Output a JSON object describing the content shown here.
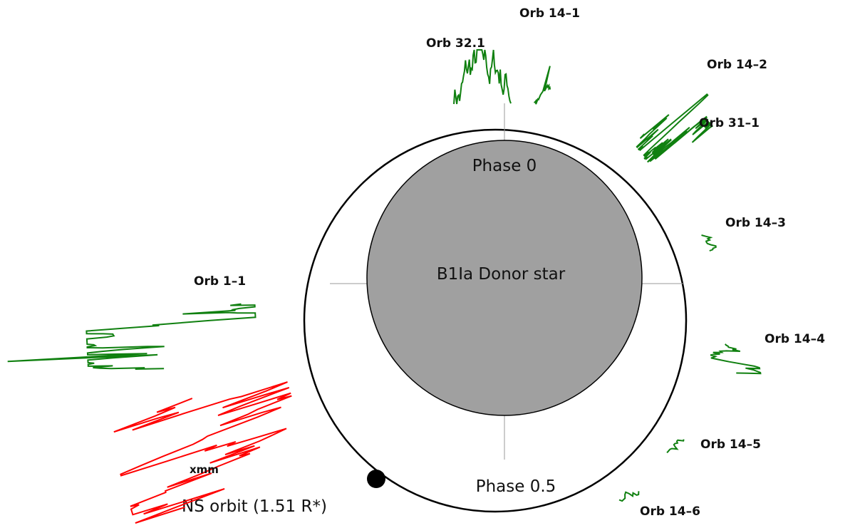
{
  "star": {
    "label": "B1Ia Donor star",
    "color": "#a0a0a0"
  },
  "phases": {
    "top": "Phase 0",
    "bottom": "Phase 0.5"
  },
  "orbit": {
    "label": "NS orbit (1.51 R*)"
  },
  "colors": {
    "integral": "#108010",
    "xmm": "#ff0000"
  },
  "observations": [
    {
      "id": "orb32_1",
      "label": "Orb 32.1"
    },
    {
      "id": "orb14_1",
      "label": "Orb 14–1"
    },
    {
      "id": "orb14_2",
      "label": "Orb 14–2"
    },
    {
      "id": "orb31_1",
      "label": "Orb 31–1"
    },
    {
      "id": "orb14_3",
      "label": "Orb 14–3"
    },
    {
      "id": "orb14_4",
      "label": "Orb 14–4"
    },
    {
      "id": "orb14_5",
      "label": "Orb 14–5"
    },
    {
      "id": "orb14_6",
      "label": "Orb 14–6"
    },
    {
      "id": "orb1_1",
      "label": "Orb 1–1"
    },
    {
      "id": "xmm",
      "label": "xmm"
    }
  ]
}
